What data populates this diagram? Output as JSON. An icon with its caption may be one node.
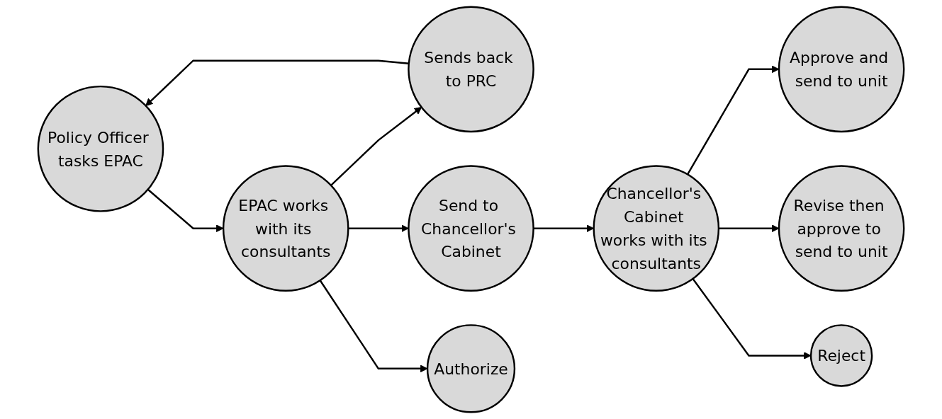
{
  "diagram": {
    "nodes": [
      {
        "text": [
          "Policy Officer tasks EPAC"
        ]
      },
      {
        "text": [
          "EPAC works with its consultants"
        ]
      },
      {
        "text": [
          "Sends back to PRC"
        ]
      },
      {
        "text": [
          "Send to Chancellor's Cabinet"
        ]
      },
      {
        "text": [
          "Authorize"
        ]
      },
      {
        "text": [
          "Chancellor's Cabinet works with its consultants"
        ]
      },
      {
        "text": [
          "Approve and send to unit"
        ]
      },
      {
        "text": [
          "Revise then approve to send to unit"
        ]
      },
      {
        "text": [
          "Reject"
        ]
      }
    ],
    "edges": [
      {
        "from": 0,
        "to": 1,
        "arrow": "to"
      },
      {
        "from": 1,
        "to": 2,
        "arrow": "to"
      },
      {
        "from": 1,
        "to": 3,
        "arrow": "to"
      },
      {
        "from": 1,
        "to": 4,
        "arrow": "to"
      },
      {
        "from": 2,
        "to": 0,
        "arrow": "to"
      },
      {
        "from": 3,
        "to": 5,
        "arrow": "to"
      },
      {
        "from": 5,
        "to": 6,
        "arrow": "to"
      },
      {
        "from": 5,
        "to": 7,
        "arrow": "to"
      },
      {
        "from": 5,
        "to": 8,
        "arrow": "to"
      }
    ]
  }
}
